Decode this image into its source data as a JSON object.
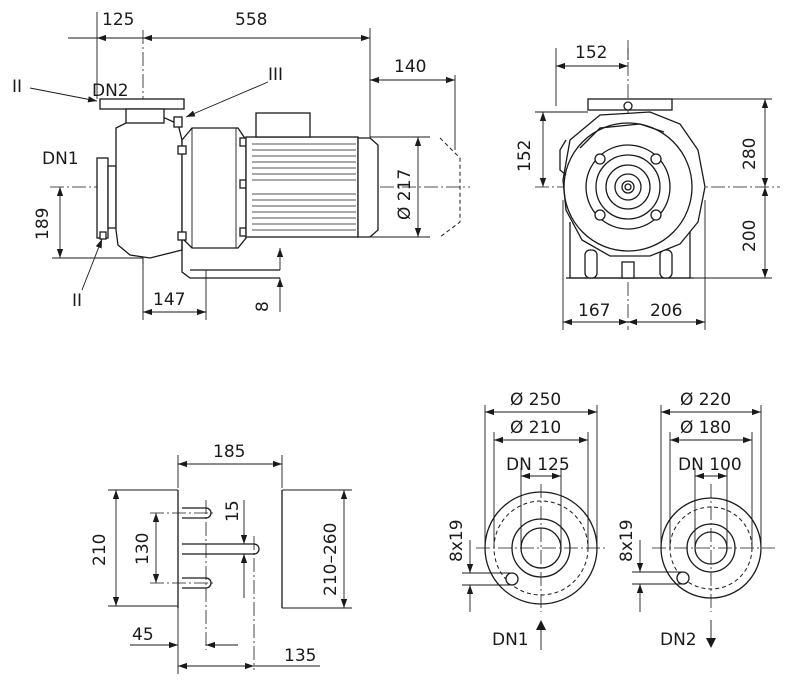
{
  "dimensions": {
    "d125": "125",
    "d558": "558",
    "d140": "140",
    "d152_top": "152",
    "d152_side": "152",
    "d280": "280",
    "d200": "200",
    "d167": "167",
    "d206": "206",
    "d189": "189",
    "d147": "147",
    "d8": "8",
    "d217": "Ø 217",
    "d185": "185",
    "d210": "210",
    "d130": "130",
    "d15": "15",
    "d210_260": "210–260",
    "d45": "45",
    "d135": "135",
    "dn1_d250": "Ø 250",
    "dn1_d210": "Ø 210",
    "dn1_size": "DN 125",
    "dn1_holes": "8x19",
    "dn2_d220": "Ø 220",
    "dn2_d180": "Ø 180",
    "dn2_size": "DN 100",
    "dn2_holes": "8x19"
  },
  "labels": {
    "ii_top": "II",
    "ii_bottom": "II",
    "iii": "III",
    "dn2_side": "DN2",
    "dn1_side": "DN1",
    "dn1_flange": "DN1",
    "dn2_flange": "DN2"
  },
  "icons": {
    "flow_in": "arrow-up-icon",
    "flow_out": "arrow-down-icon"
  }
}
